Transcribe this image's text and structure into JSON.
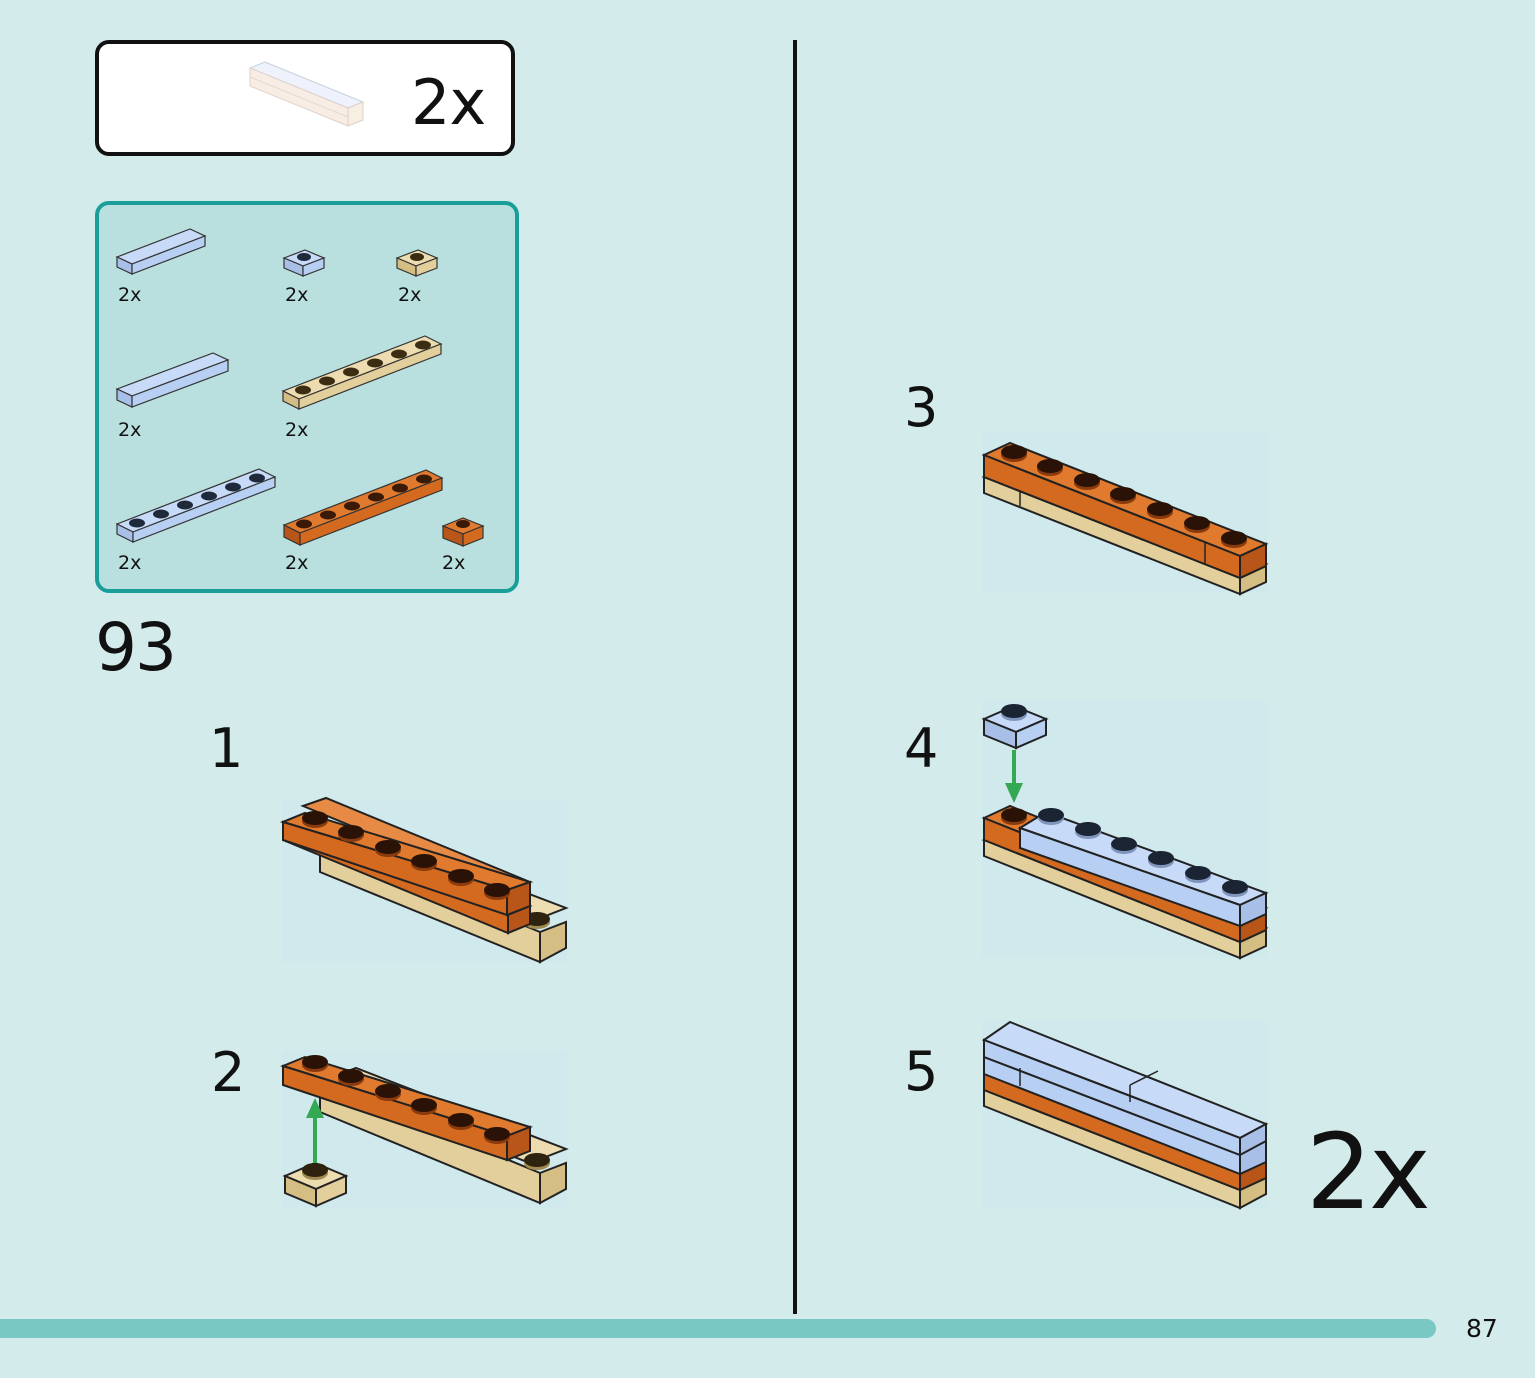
{
  "callout": {
    "count": "2x"
  },
  "parts_list": [
    {
      "name": "light-blue-tile-1x4",
      "qty": "2x"
    },
    {
      "name": "light-blue-plate-1x1",
      "qty": "2x"
    },
    {
      "name": "tan-plate-1x1",
      "qty": "2x"
    },
    {
      "name": "light-blue-tile-1x6",
      "qty": "2x"
    },
    {
      "name": "tan-plate-1x6",
      "qty": "2x"
    },
    {
      "name": "light-blue-plate-1x6",
      "qty": "2x"
    },
    {
      "name": "orange-plate-1x6",
      "qty": "2x"
    },
    {
      "name": "orange-plate-1x1",
      "qty": "2x"
    }
  ],
  "main_step": "93",
  "substeps": [
    "1",
    "2",
    "3",
    "4",
    "5"
  ],
  "final_count": "2x",
  "page_number": "87",
  "colors": {
    "background": "#d3ebea",
    "parts_box_bg": "#b9e0de",
    "parts_box_border": "#1a9e9a",
    "orange": "#d46a1f",
    "tan": "#e3cf9b",
    "light_blue": "#b7cff3",
    "arrow": "#35a853",
    "footer_bar": "#79c8c4"
  }
}
